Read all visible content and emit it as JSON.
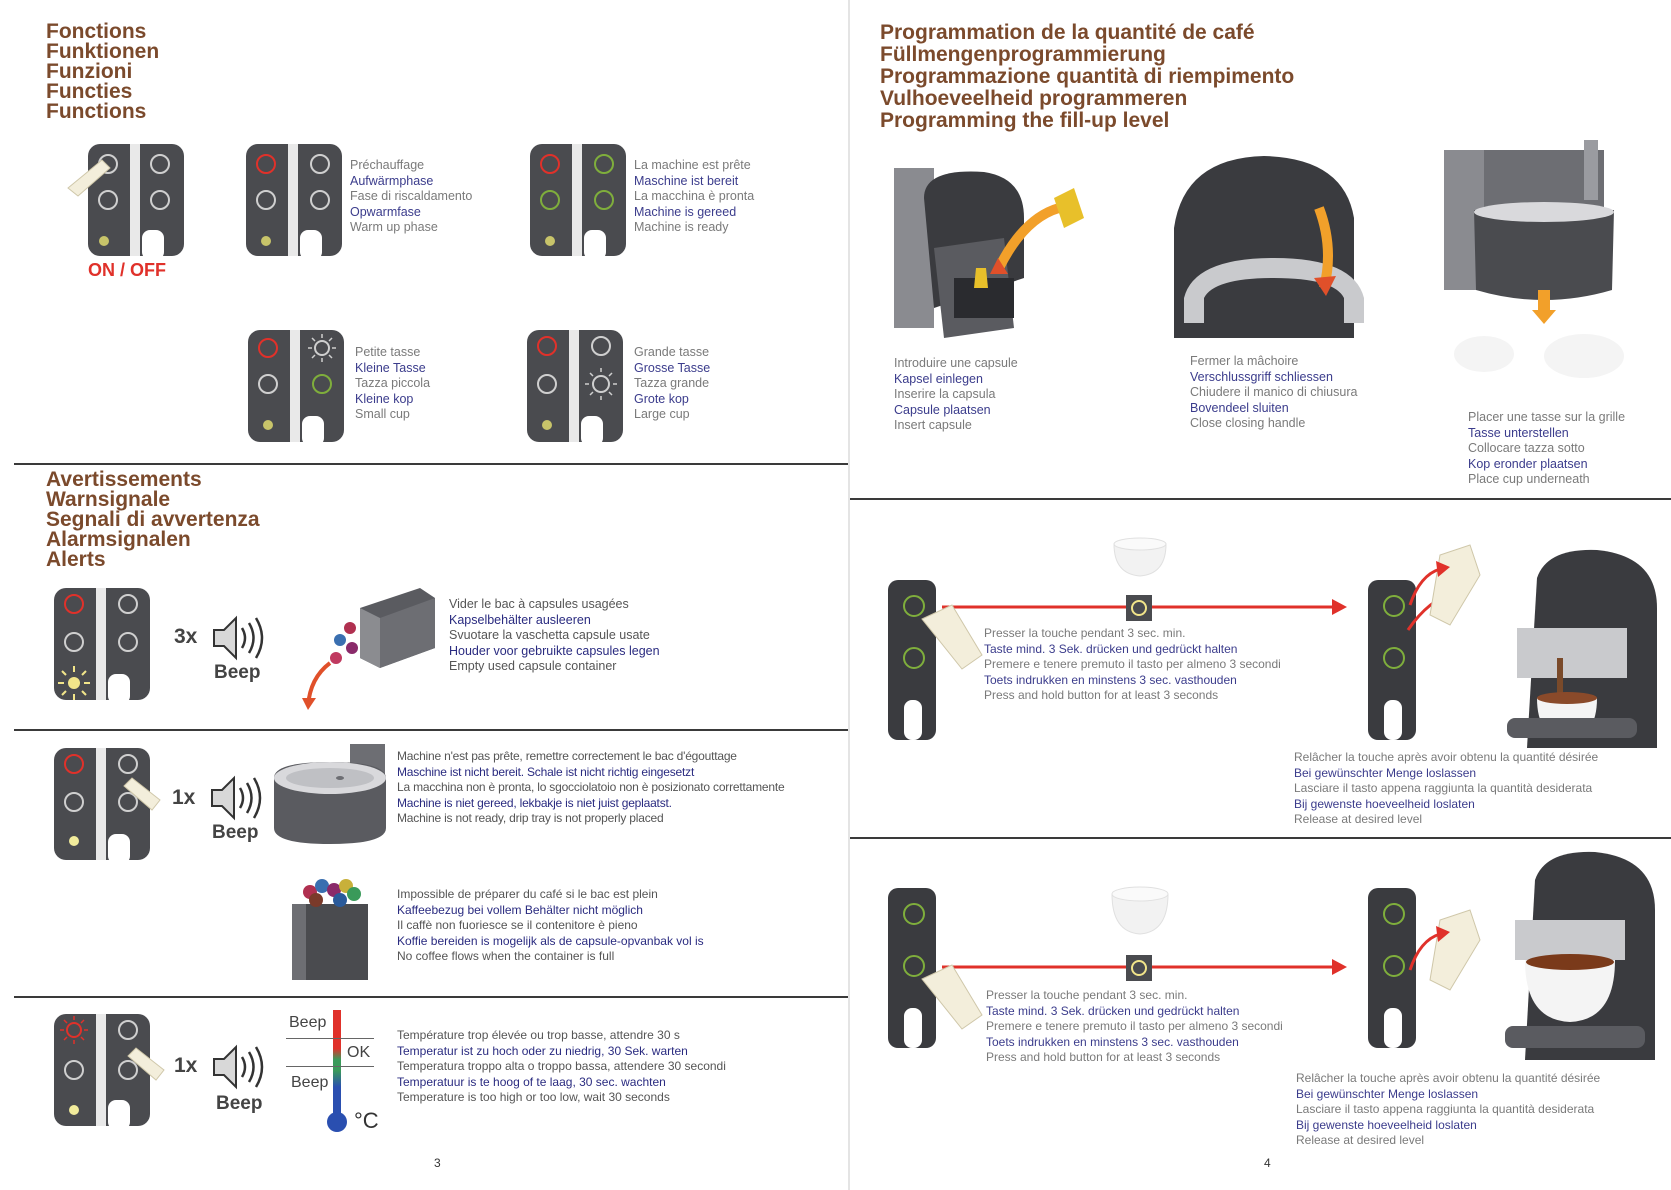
{
  "left_page": {
    "functions_title": [
      "Fonctions",
      "Funktionen",
      "Funzioni",
      "Functies",
      "Functions"
    ],
    "on_off_label": "ON / OFF",
    "preheat": [
      "Préchauffage",
      "Aufwärmphase",
      "Fase di riscaldamento",
      "Opwarmfase",
      "Warm up phase"
    ],
    "ready": [
      "La machine est prête",
      "Maschine ist bereit",
      "La macchina è pronta",
      "Machine is gereed",
      "Machine is ready"
    ],
    "small_cup": [
      "Petite tasse",
      "Kleine Tasse",
      "Tazza piccola",
      "Kleine kop",
      "Small cup"
    ],
    "large_cup": [
      "Grande tasse",
      "Grosse Tasse",
      "Tazza grande",
      "Grote kop",
      "Large cup"
    ],
    "alerts_title": [
      "Avertissements",
      "Warnsignale",
      "Segnali di avvertenza",
      "Alarmsignalen",
      "Alerts"
    ],
    "alert1": {
      "count": "3x",
      "beep": "Beep",
      "text": [
        "Vider le bac à capsules usagées",
        "Kapselbehälter ausleeren",
        "Svuotare la vaschetta capsule usate",
        "Houder voor gebruikte capsules legen",
        "Empty used capsule container"
      ]
    },
    "alert2": {
      "count": "1x",
      "beep": "Beep",
      "text": [
        "Machine n'est pas prête, remettre correctement le bac d'égouttage",
        "Maschine ist nicht bereit. Schale ist nicht richtig eingesetzt",
        "La macchina non è pronta, lo sgocciolatoio non è posizionato correttamente",
        "Machine is niet gereed, lekbakje is niet juist geplaatst.",
        "Machine is not ready, drip tray is not properly placed"
      ]
    },
    "alert3": {
      "text": [
        "Impossible de préparer du café si le bac est plein",
        "Kaffeebezug bei vollem Behälter nicht möglich",
        "Il caffè non fuoriesce se il contenitore è pieno",
        "Koffie bereiden is mogelijk als de capsule-opvanbak vol is",
        "No coffee flows when the container is full"
      ]
    },
    "alert4": {
      "count": "1x",
      "beep": "Beep",
      "thermo_beep_top": "Beep",
      "thermo_ok": "OK",
      "thermo_beep_bottom": "Beep",
      "thermo_unit": "°C",
      "text": [
        "Température trop élevée ou trop basse, attendre 30 s",
        "Temperatur ist zu hoch oder zu niedrig, 30 Sek. warten",
        "Temperatura troppo alta o troppo bassa, attendere 30 secondi",
        "Temperatuur is te hoog of te laag, 30 sec. wachten",
        "Temperature is too high or too low, wait 30 seconds"
      ]
    },
    "page_number": "3"
  },
  "right_page": {
    "title": [
      "Programmation de la quantité de café",
      "Füllmengenprogrammierung",
      "Programmazione quantità di riempimento",
      "Vulhoeveelheid programmeren",
      "Programming the fill-up level"
    ],
    "insert_capsule": [
      "Introduire une capsule",
      "Kapsel einlegen",
      "Inserire la capsula",
      "Capsule plaatsen",
      "Insert capsule"
    ],
    "close_handle": [
      "Fermer la mâchoire",
      "Verschlussgriff schliessen",
      "Chiudere il manico di chiusura",
      "Bovendeel sluiten",
      "Close closing handle"
    ],
    "place_cup": [
      "Placer une tasse sur la grille",
      "Tasse unterstellen",
      "Collocare tazza sotto",
      "Kop eronder plaatsen",
      "Place cup underneath"
    ],
    "press_hold_1": [
      "Presser la touche pendant 3 sec. min.",
      "Taste mind. 3 Sek. drücken und gedrückt halten",
      "Premere e tenere premuto il tasto per almeno 3 secondi",
      "Toets indrukken en minstens 3 sec. vasthouden",
      "Press and hold button for at least 3 seconds"
    ],
    "release_1": [
      "Relâcher la touche après avoir obtenu la quantité désirée",
      "Bei gewünschter Menge loslassen",
      "Lasciare il tasto appena raggiunta la quantità desiderata",
      "Bij gewenste hoeveelheid loslaten",
      "Release at desired level"
    ],
    "press_hold_2": [
      "Presser la touche pendant 3 sec. min.",
      "Taste mind. 3 Sek. drücken und gedrückt halten",
      "Premere e tenere premuto il tasto per almeno 3 secondi",
      "Toets indrukken en minstens 3 sec. vasthouden",
      "Press and hold button for at least 3 seconds"
    ],
    "release_2": [
      "Relâcher la touche après avoir obtenu la quantité désirée",
      "Bei gewünschter Menge loslassen",
      "Lasciare il tasto appena raggiunta la quantità desiderata",
      "Bij gewenste hoeveelheid loslaten",
      "Release at desired level"
    ],
    "page_number": "4"
  },
  "colors": {
    "title_brown": "#7b4a2c",
    "german_blue": "#3b3c8c",
    "text_grey": "#7a7a7a",
    "panel_dark": "#4a4b4f",
    "red_accent": "#e0312a",
    "green_led": "#7fae3c"
  }
}
